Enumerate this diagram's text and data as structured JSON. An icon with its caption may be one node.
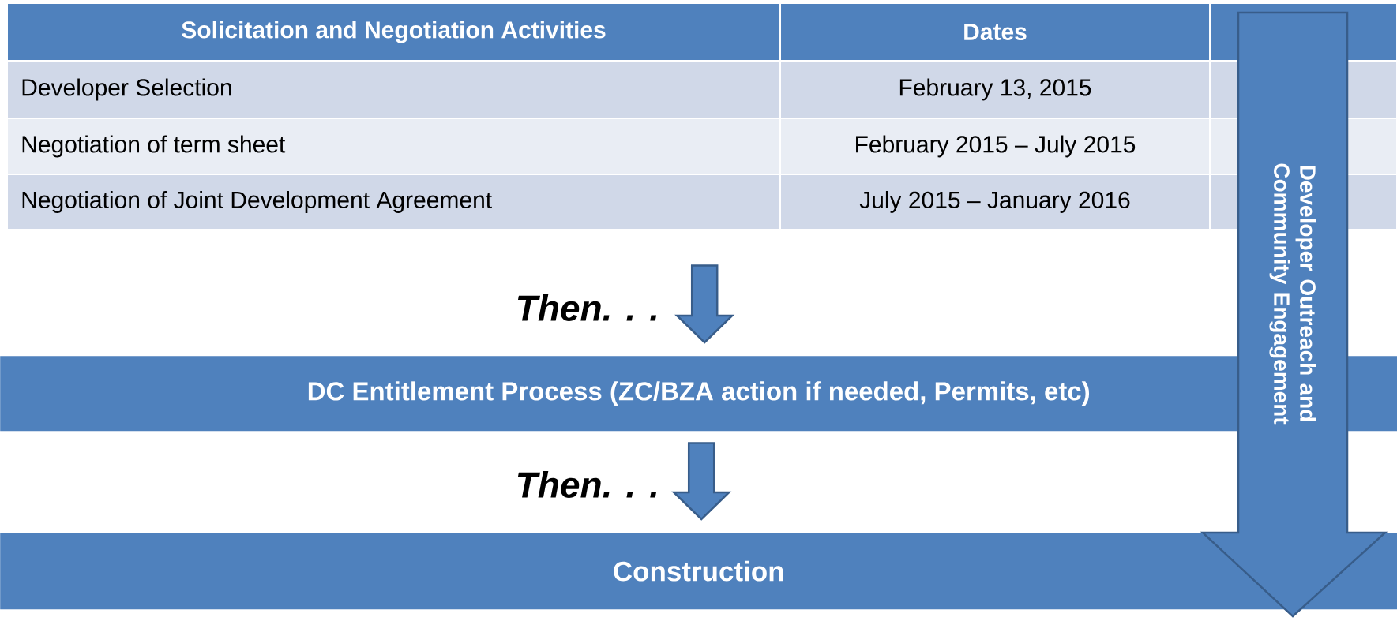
{
  "diagram": {
    "nodes": [
      {
        "text": [
          "Solicitation and Negotiation Activities",
          "Dates",
          "Developer Selection",
          "February 13, 2015",
          "Negotiation of term sheet",
          "February 2015 – July 2015",
          "Negotiation of Joint Development Agreement",
          "July 2015 – January 2016"
        ]
      },
      {
        "text": [
          "DC Entitlement Process (ZC/BZA action if needed, Permits, etc)"
        ]
      },
      {
        "text": [
          "Construction"
        ]
      },
      {
        "text": [
          "Developer Outreach and Community Engagement"
        ]
      }
    ],
    "edges": [
      {
        "from": 0,
        "to": 1,
        "arrow": "to",
        "label": "Then. . ."
      },
      {
        "from": 1,
        "to": 2,
        "arrow": "to",
        "label": "Then. . ."
      }
    ]
  }
}
